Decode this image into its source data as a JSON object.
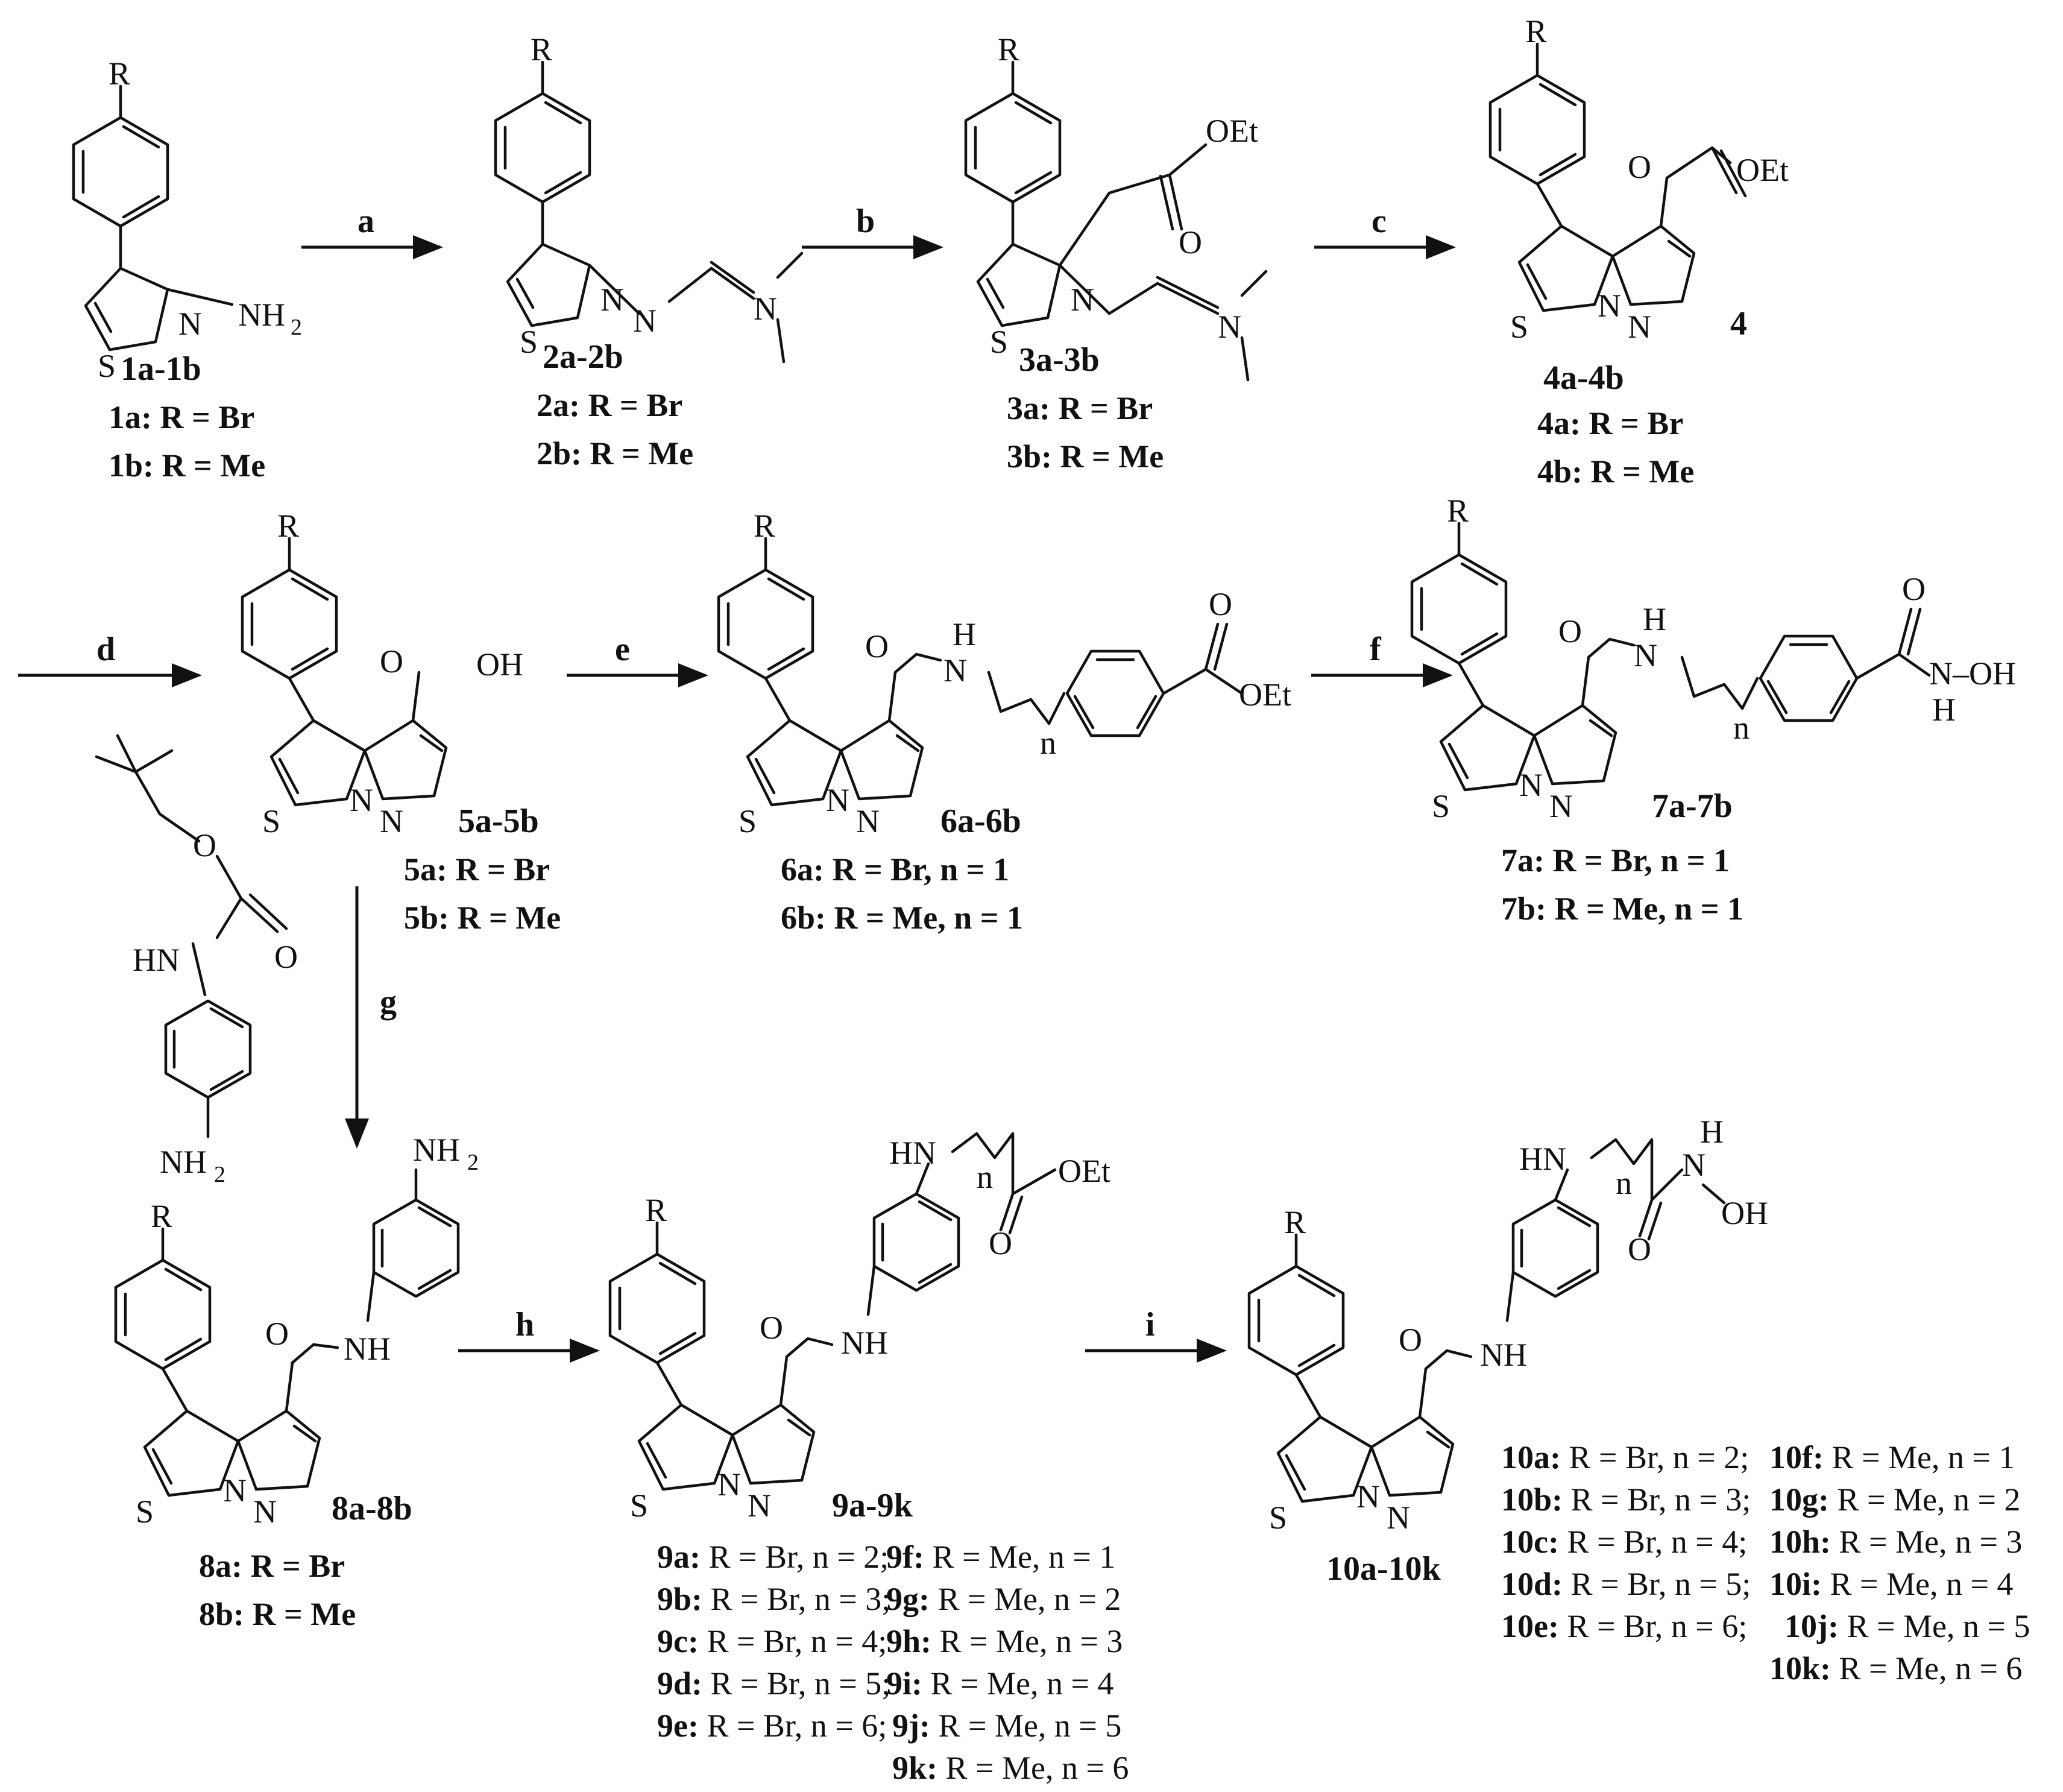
{
  "atoms": {
    "R": "R",
    "N": "N",
    "S": "S",
    "O": "O",
    "NH2": "NH",
    "sub2": "2",
    "OEt": "OEt",
    "OH": "OH",
    "NH": "NH",
    "HN": "HN",
    "H": "H",
    "n": "n",
    "NOH": "N–OH"
  },
  "steps": [
    "a",
    "b",
    "c",
    "d",
    "e",
    "f",
    "g",
    "h",
    "i"
  ],
  "compounds": {
    "c1": {
      "label": "1a-1b",
      "defs": [
        "1a: R = Br",
        "1b: R = Me"
      ]
    },
    "c2": {
      "label": "2a-2b",
      "defs": [
        "2a: R = Br",
        "2b: R = Me"
      ]
    },
    "c3": {
      "label": "3a-3b",
      "defs": [
        "3a: R = Br",
        "3b: R = Me"
      ]
    },
    "c4": {
      "label": "4a-4b",
      "tag": "4",
      "defs": [
        "4a: R = Br",
        "4b: R = Me"
      ]
    },
    "c5": {
      "label": "5a-5b",
      "defs": [
        "5a: R = Br",
        "5b: R = Me"
      ]
    },
    "c6": {
      "label": "6a-6b",
      "defs": [
        "6a: R = Br, n = 1",
        "6b: R = Me, n = 1"
      ]
    },
    "c7": {
      "label": "7a-7b",
      "defs": [
        "7a: R = Br, n = 1",
        "7b: R = Me, n = 1"
      ]
    },
    "c8": {
      "label": "8a-8b",
      "defs": [
        "8a: R = Br",
        "8b: R = Me"
      ]
    },
    "c9": {
      "label": "9a-9k",
      "rows": [
        {
          "a": "9a:",
          "at": " R = Br, n = 2;",
          "b": "9f:",
          "bt": " R = Me, n = 1"
        },
        {
          "a": "9b:",
          "at": " R = Br, n = 3;",
          "b": "9g:",
          "bt": " R = Me, n = 2"
        },
        {
          "a": "9c:",
          "at": " R = Br, n = 4;",
          "b": "9h:",
          "bt": " R = Me, n = 3"
        },
        {
          "a": "9d:",
          "at": " R = Br, n = 5;",
          "b": "9i:",
          "bt": " R = Me, n = 4"
        },
        {
          "a": "9e:",
          "at": " R = Br, n = 6;",
          "b": "9j:",
          "bt": " R = Me, n = 5"
        },
        {
          "a": "",
          "at": "",
          "b": "9k:",
          "bt": " R = Me, n = 6"
        }
      ]
    },
    "c10": {
      "label": "10a-10k",
      "rows": [
        {
          "a": "10a:",
          "at": " R = Br, n = 2;",
          "b": "10f:",
          "bt": " R = Me, n = 1"
        },
        {
          "a": "10b:",
          "at": " R = Br, n = 3;",
          "b": "10g:",
          "bt": " R = Me, n = 2"
        },
        {
          "a": "10c:",
          "at": " R = Br, n = 4;",
          "b": "10h:",
          "bt": " R = Me, n = 3"
        },
        {
          "a": "10d:",
          "at": " R = Br, n = 5;",
          "b": "10i:",
          "bt": " R = Me, n = 4"
        },
        {
          "a": "10e:",
          "at": " R = Br, n = 6;",
          "b": "10j:",
          "bt": " R = Me, n = 5"
        },
        {
          "a": "",
          "at": "",
          "b": "10k:",
          "bt": " R = Me, n = 6"
        }
      ]
    }
  }
}
